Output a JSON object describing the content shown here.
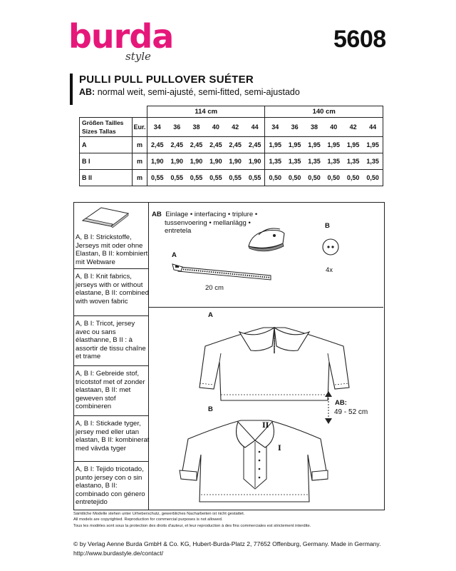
{
  "brand": {
    "name": "burda",
    "sub": "style",
    "pattern_number": "5608",
    "accent": "#e6177a"
  },
  "title": "PULLI  PULL  PULLOVER  SUÉTER",
  "fit": {
    "label": "AB:",
    "text": " normal weit, semi-ajusté, semi-fitted, semi-ajustado"
  },
  "size_table": {
    "header_row1": [
      "114 cm",
      "140 cm"
    ],
    "header_labels": [
      "Größen  Tailles",
      "Sizes  Tallas"
    ],
    "header_unit": "Eur.",
    "sizes": [
      "34",
      "36",
      "38",
      "40",
      "42",
      "44",
      "34",
      "36",
      "38",
      "40",
      "42",
      "44"
    ],
    "rows": [
      {
        "label": "A",
        "unit": "m",
        "values": [
          "2,45",
          "2,45",
          "2,45",
          "2,45",
          "2,45",
          "2,45",
          "1,95",
          "1,95",
          "1,95",
          "1,95",
          "1,95",
          "1,95"
        ]
      },
      {
        "label": "B I",
        "unit": "m",
        "values": [
          "1,90",
          "1,90",
          "1,90",
          "1,90",
          "1,90",
          "1,90",
          "1,35",
          "1,35",
          "1,35",
          "1,35",
          "1,35",
          "1,35"
        ]
      },
      {
        "label": "B II",
        "unit": "m",
        "values": [
          "0,55",
          "0,55",
          "0,55",
          "0,55",
          "0,55",
          "0,55",
          "0,50",
          "0,50",
          "0,50",
          "0,50",
          "0,50",
          "0,50"
        ]
      }
    ]
  },
  "fabrics": [
    "A, B I: Strickstoffe, Jerseys mit oder ohne Elastan, B II: kombiniert mit Webware",
    "A, B I: Knit fabrics, jerseys with or without elastane, B II: combined with woven fabric",
    "A, B I: Tricot, jersey avec ou sans élasthanne, B II : à assortir de tissu chaîne et trame",
    "A, B I: Gebreide stof, tricotstof met of zonder elastaan, B II: met geweven stof combineren",
    "A, B I: Stickade tyger, jersey med eller utan elastan, B II: kombinerat med vävda tyger",
    "A, B I: Tejido tricotado, punto jersey con o sin elastano, B II: combinado con género entretejido"
  ],
  "notions": {
    "interfacing_label": "AB",
    "interfacing_lines": [
      "Einlage • interfacing • triplure •",
      "tussenvoering • mellanlägg •",
      "entretela"
    ],
    "zipper_label": "A",
    "zipper_length": "20 cm",
    "button_label": "B",
    "button_qty": "4x"
  },
  "views": {
    "a_label": "A",
    "b_label": "B",
    "b_part1": "I",
    "b_part2": "II",
    "length_label": "AB:",
    "length_value": "49 - 52 cm"
  },
  "legal": [
    "Sämtliche Modelle stehen unter Urheberschutz, gewerbliches Nacharbeiten ist nicht gestattet.",
    "All models are copyrighted. Reproduction for commercial purposes is not allowed.",
    "Tous les modèles sont sous la protection des droits d'auteur, et leur reproduction à des fins commerciales est strictement interdite."
  ],
  "copyright": "© by Verlag Aenne Burda GmbH & Co. KG, Hubert-Burda-Platz 2, 77652 Offenburg, Germany. Made in Germany.",
  "url": "http://www.burdastyle.de/contact/"
}
